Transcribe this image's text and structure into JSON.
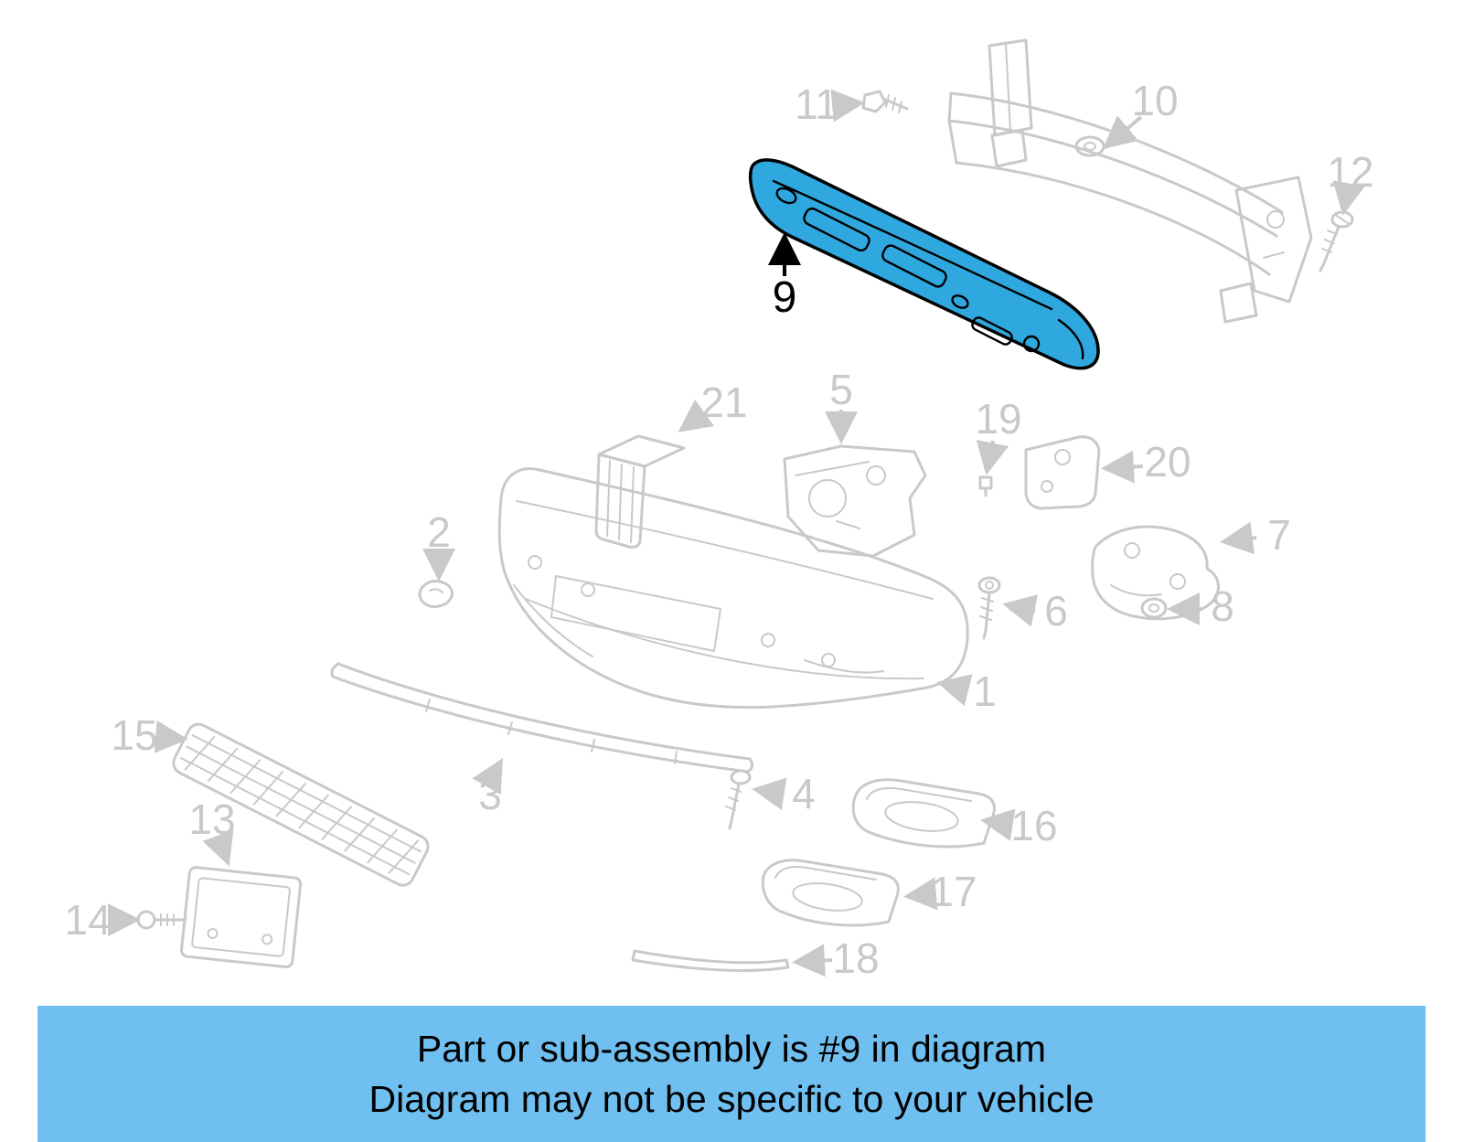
{
  "banner": {
    "line1": "Part or sub-assembly is #9 in diagram",
    "line2": "Diagram may not be specific to your vehicle",
    "background_color": "#6FC0F0",
    "text_color": "#000000"
  },
  "diagram": {
    "highlighted_part_number": "9",
    "highlight_fill_color": "#2FA8DF",
    "line_color": "#C9C9C9",
    "callouts": [
      "1",
      "2",
      "3",
      "4",
      "5",
      "6",
      "7",
      "8",
      "9",
      "10",
      "11",
      "12",
      "13",
      "14",
      "15",
      "16",
      "17",
      "18",
      "19",
      "20",
      "21"
    ]
  }
}
